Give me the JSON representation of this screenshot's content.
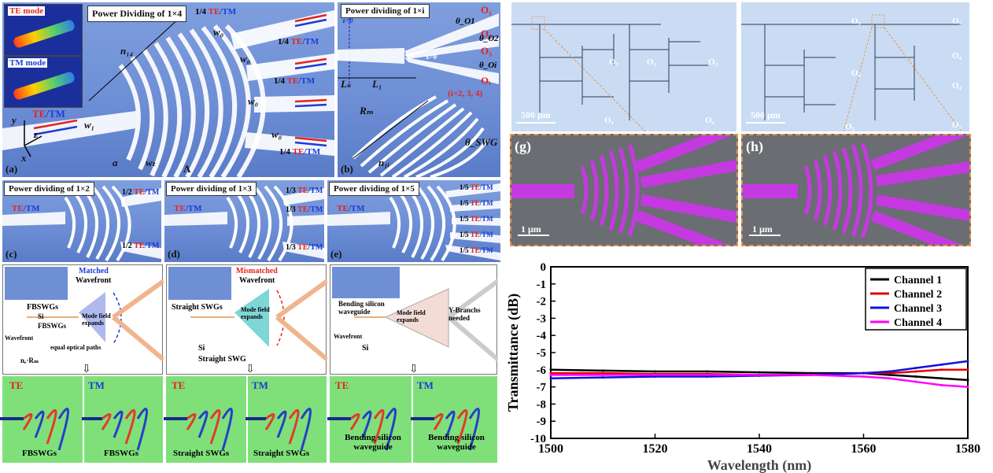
{
  "panel_a": {
    "te_mode": "TE mode",
    "tm_mode": "TM mode",
    "title": "Power Dividing of 1×4",
    "input_te": "TE",
    "input_sep": "/",
    "input_tm": "TM",
    "out_frac": "1/4",
    "out_te": "TE",
    "out_sep": "/",
    "out_tm": "TM",
    "n14": "n₁₄",
    "wo": "w₀",
    "w1": "w₁",
    "wt": "wₜ",
    "a": "a",
    "lambda": "Λ",
    "y": "y",
    "z": "z",
    "x": "x",
    "tag": "(a)"
  },
  "panel_b": {
    "title": "Power dividing of 1×i",
    "z0": "z=0",
    "x0": "x=0",
    "Ls": "Lₛ",
    "L1": "L₁",
    "Rm": "Rₘ",
    "n1i": "n₁ᵢ",
    "theta_swg": "θ_SWG",
    "outputs": [
      "O₁",
      "O₂",
      "O₃",
      "Oᵢ"
    ],
    "thetas": [
      "θ_O1",
      "θ_O2",
      "θ_Oi"
    ],
    "i_note": "(i=2, 3, 4)",
    "tag": "(b)"
  },
  "panels_cde": [
    {
      "title": "Power dividing of 1×2",
      "frac": "1/2",
      "tag": "(c)",
      "outs": 2
    },
    {
      "title": "Power dividing of 1×3",
      "frac": "1/3",
      "tag": "(d)",
      "outs": 3
    },
    {
      "title": "Power dividing of 1×5",
      "frac": "1/5",
      "tag": "(e)",
      "outs": 5
    }
  ],
  "te_tm": {
    "te": "TE",
    "sep": "/",
    "tm": "TM"
  },
  "schematics": [
    {
      "inset": "FBSWGs",
      "header_a": "Matched",
      "header_b": "Wavefront",
      "expand": "Mode field expands",
      "legend": [
        "Si",
        "FBSWGs"
      ],
      "wavefront": "Wavefront",
      "eq": "equal optical paths",
      "nr": "nₑ·Rₘ",
      "bottom_left": "FBSWGs",
      "bottom_right": "FBSWGs"
    },
    {
      "inset": "Straight SWGs",
      "header_a": "Mismatched",
      "header_b": "Wavefront",
      "expand": "Mode field expands",
      "legend": [
        "Si",
        "Straight SWG"
      ],
      "bottom_left": "Straight SWGs",
      "bottom_right": "Straight SWGs"
    },
    {
      "inset": "Bending silicon waveguide",
      "expand": "Mode field expands",
      "ybranch": "Y-Branchs needed",
      "legend": [
        "Si"
      ],
      "wavefront": "Wavefront",
      "bottom_left": "Bending silicon waveguide",
      "bottom_right": "Bending silicon waveguide"
    }
  ],
  "field_labels": {
    "te": "TE",
    "tm": "TM"
  },
  "micrographs": {
    "scale_left": "500 μm",
    "scale_right": "500 μm",
    "left_labels": [
      "O₃",
      "O₃",
      "O₃",
      "O₄",
      "O₄"
    ],
    "right_labels": [
      "O₃",
      "O₃",
      "O₄",
      "O₄",
      "O₄",
      "O₅",
      "O₅"
    ]
  },
  "sem": {
    "g": "(g)",
    "h": "(h)",
    "scale_g": "1 μm",
    "scale_h": "1 μm"
  },
  "chart_data": {
    "type": "line",
    "xlabel": "Wavelength (nm)",
    "ylabel": "Transmittance (dB)",
    "xlim": [
      1500,
      1580
    ],
    "ylim": [
      -10,
      0
    ],
    "xticks": [
      1500,
      1520,
      1540,
      1560,
      1580
    ],
    "yticks": [
      0,
      -1,
      -2,
      -3,
      -4,
      -5,
      -6,
      -7,
      -8,
      -9,
      -10
    ],
    "legend_position": "top-right",
    "x": [
      1500,
      1510,
      1520,
      1530,
      1540,
      1550,
      1560,
      1565,
      1570,
      1575,
      1580
    ],
    "series": [
      {
        "name": "Channel 1",
        "color": "#000000",
        "values": [
          -6.0,
          -6.05,
          -6.1,
          -6.1,
          -6.15,
          -6.2,
          -6.2,
          -6.3,
          -6.4,
          -6.5,
          -6.6
        ]
      },
      {
        "name": "Channel 2",
        "color": "#e00000",
        "values": [
          -6.2,
          -6.2,
          -6.25,
          -6.25,
          -6.3,
          -6.3,
          -6.2,
          -6.2,
          -6.1,
          -6.0,
          -6.0
        ]
      },
      {
        "name": "Channel 3",
        "color": "#1010e0",
        "values": [
          -6.5,
          -6.45,
          -6.4,
          -6.4,
          -6.35,
          -6.3,
          -6.2,
          -6.1,
          -5.9,
          -5.7,
          -5.5
        ]
      },
      {
        "name": "Channel 4",
        "color": "#ff00ff",
        "values": [
          -6.3,
          -6.3,
          -6.3,
          -6.3,
          -6.3,
          -6.3,
          -6.4,
          -6.5,
          -6.7,
          -6.9,
          -7.0
        ]
      }
    ]
  }
}
